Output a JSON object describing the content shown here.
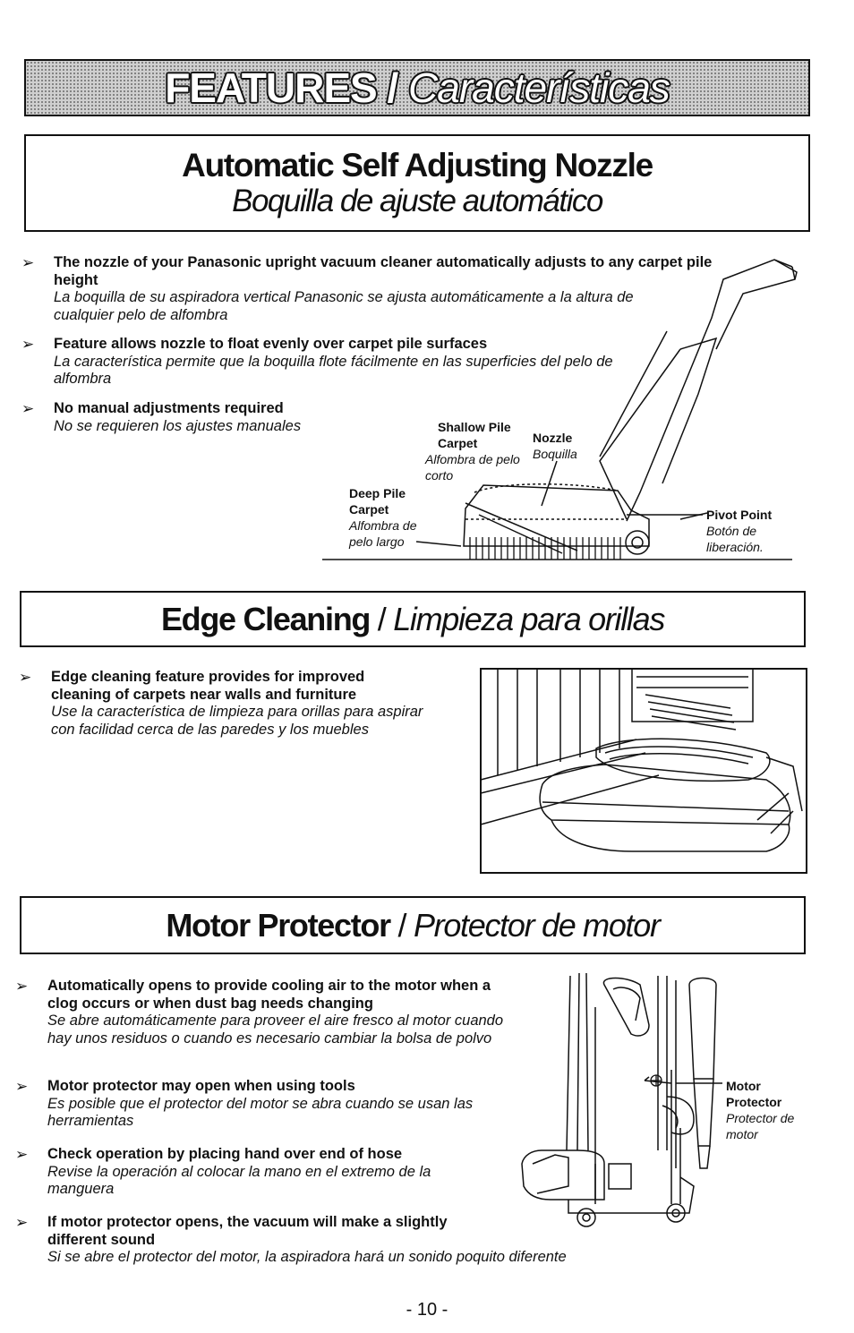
{
  "banner": {
    "title_en": "FEATURES",
    "separator": " / ",
    "title_es": "Características"
  },
  "nozzle": {
    "title": "Automatic Self Adjusting Nozzle",
    "subtitle": "Boquilla de ajuste automático",
    "bullets": [
      {
        "en": "The nozzle of your Panasonic upright vacuum cleaner automatically adjusts to any carpet pile height",
        "es": "La boquilla de su aspiradora vertical Panasonic se ajusta automáticamente a la altura de cualquier pelo de alfombra"
      },
      {
        "en": "Feature allows nozzle to float evenly over carpet pile surfaces",
        "es": "La característica permite que la boquilla flote fácilmente en las superficies del pelo de alfombra"
      },
      {
        "en": "No manual adjustments required",
        "es": "No se requieren los ajustes manuales"
      }
    ],
    "labels": {
      "shallow_en": "Shallow Pile Carpet",
      "shallow_es": "Alfombra de pelo corto",
      "nozzle_en": "Nozzle",
      "nozzle_es": "Boquilla",
      "deep_en": "Deep Pile Carpet",
      "deep_es": "Alfombra de pelo largo",
      "pivot_en": "Pivot Point",
      "pivot_es": "Botón de liberación."
    }
  },
  "edge": {
    "title_en": "Edge Cleaning",
    "separator": " / ",
    "title_es": "Limpieza para orillas",
    "bullets": [
      {
        "en": "Edge cleaning feature provides for improved cleaning of carpets near walls and furniture",
        "es": "Use la característica de limpieza para orillas para aspirar con facilidad cerca de las paredes y los muebles"
      }
    ]
  },
  "motor": {
    "title_en": "Motor Protector",
    "separator": " / ",
    "title_es": "Protector de motor",
    "bullets": [
      {
        "en": "Automatically opens to provide cooling air to the motor when a clog occurs or when dust bag needs changing",
        "es": "Se abre automáticamente para proveer el aire fresco al motor cuando hay unos residuos o cuando es necesario cambiar la bolsa de polvo"
      },
      {
        "en": "Motor protector may open when using tools",
        "es": "Es posible que el protector del motor se abra cuando se usan las herramientas"
      },
      {
        "en": "Check operation by placing hand over end of hose",
        "es": "Revise la operación al colocar la mano en el extremo de la manguera"
      },
      {
        "en": "If motor protector opens, the vacuum will make a slightly different sound",
        "es": "Si se abre el protector del motor, la aspiradora hará un sonido poquito diferente"
      }
    ],
    "labels": {
      "en": "Motor Protector",
      "es": "Protector de motor"
    }
  },
  "page": {
    "number": "- 10 -"
  },
  "bullet_symbol": "➢",
  "icons": {
    "bullet": "arrow-bullet-icon"
  }
}
